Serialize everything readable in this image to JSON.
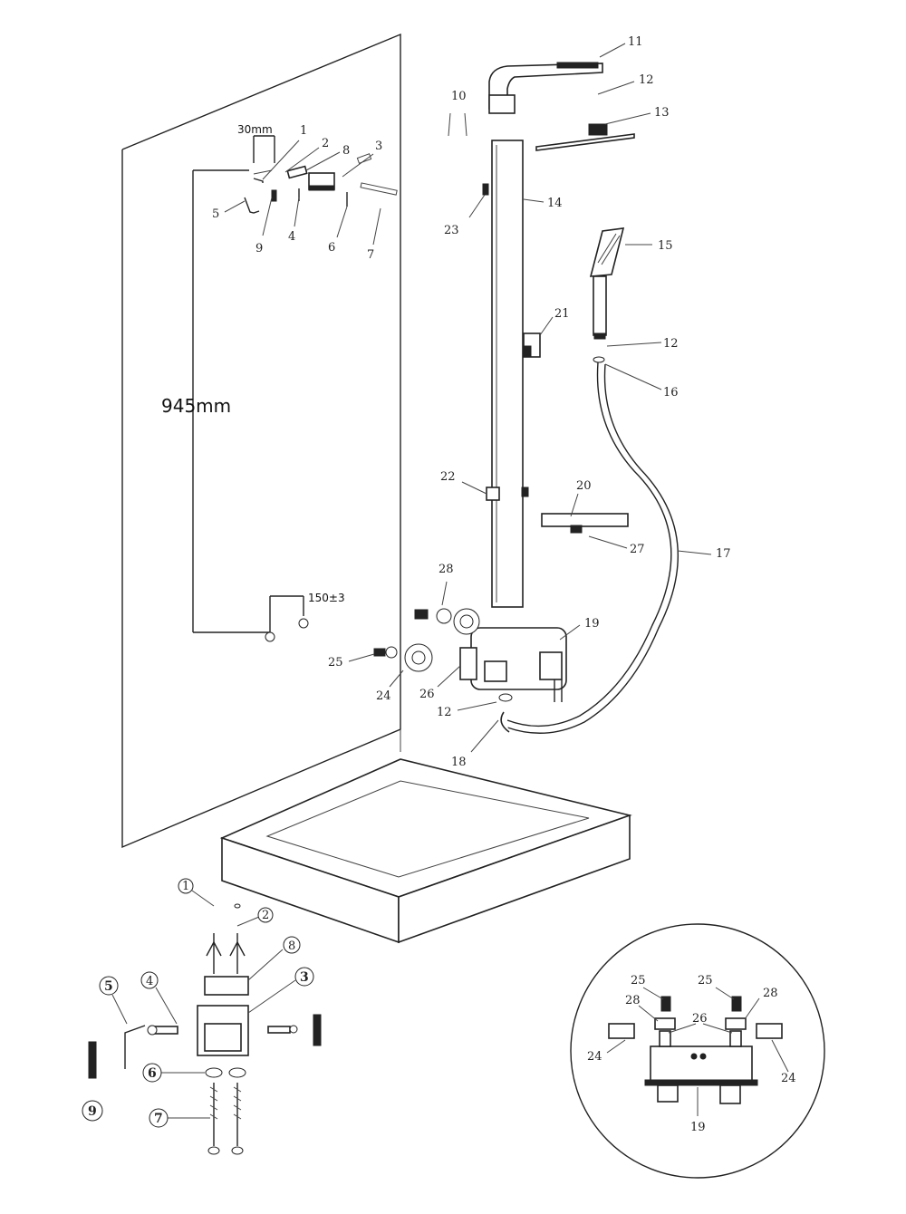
{
  "dimensions": {
    "height": "945mm",
    "offset": "30mm",
    "spacing": "150±3"
  },
  "callouts": [
    "1",
    "2",
    "3",
    "4",
    "5",
    "6",
    "7",
    "8",
    "9",
    "10",
    "11",
    "12",
    "13",
    "14",
    "15",
    "16",
    "17",
    "18",
    "19",
    "20",
    "21",
    "22",
    "23",
    "24",
    "25",
    "26",
    "27",
    "28"
  ],
  "labels": {
    "main": [
      {
        "n": "11"
      },
      {
        "n": "12"
      },
      {
        "n": "13"
      },
      {
        "n": "10"
      },
      {
        "n": "14"
      },
      {
        "n": "23"
      },
      {
        "n": "15"
      },
      {
        "n": "21"
      },
      {
        "n": "12"
      },
      {
        "n": "16"
      },
      {
        "n": "22"
      },
      {
        "n": "20"
      },
      {
        "n": "27"
      },
      {
        "n": "17"
      },
      {
        "n": "28"
      },
      {
        "n": "19"
      },
      {
        "n": "25"
      },
      {
        "n": "24"
      },
      {
        "n": "26"
      },
      {
        "n": "12"
      },
      {
        "n": "18"
      },
      {
        "n": "1"
      },
      {
        "n": "2"
      },
      {
        "n": "8"
      },
      {
        "n": "3"
      },
      {
        "n": "5"
      },
      {
        "n": "9"
      },
      {
        "n": "4"
      },
      {
        "n": "6"
      },
      {
        "n": "7"
      }
    ],
    "bracket_detail": [
      {
        "n": "1"
      },
      {
        "n": "2"
      },
      {
        "n": "8"
      },
      {
        "n": "3"
      },
      {
        "n": "5"
      },
      {
        "n": "4"
      },
      {
        "n": "6"
      },
      {
        "n": "7"
      },
      {
        "n": "9"
      }
    ],
    "valve_detail": [
      {
        "n": "25"
      },
      {
        "n": "25"
      },
      {
        "n": "28"
      },
      {
        "n": "28"
      },
      {
        "n": "26"
      },
      {
        "n": "24"
      },
      {
        "n": "24"
      },
      {
        "n": "19"
      }
    ]
  }
}
